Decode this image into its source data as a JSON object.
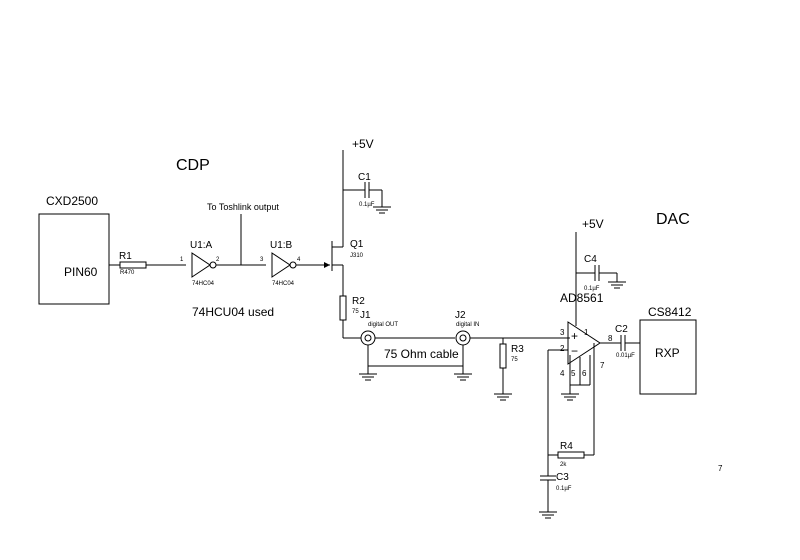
{
  "labels": {
    "cdp": "CDP",
    "dac": "DAC",
    "cxd2500": "CXD2500",
    "pin60": "PIN60",
    "toshlink": "To Toshlink output",
    "hcu_used": "74HCU04 used",
    "vcc_top": "+5V",
    "vcc_amp": "+5V",
    "ad8561": "AD8561",
    "cs8412": "CS8412",
    "rxp": "RXP",
    "cable": "75 Ohm cable",
    "page_number": "7"
  },
  "components": {
    "r1": {
      "ref": "R1",
      "value": "R470"
    },
    "u1a": {
      "ref": "U1:A",
      "value": "74HC04",
      "pin_in": "1",
      "pin_out": "2"
    },
    "u1b": {
      "ref": "U1:B",
      "value": "74HC04",
      "pin_in": "3",
      "pin_out": "4"
    },
    "q1": {
      "ref": "Q1",
      "value": "J310"
    },
    "c1": {
      "ref": "C1",
      "value": "0.1µF"
    },
    "r2": {
      "ref": "R2",
      "value": "75"
    },
    "j1": {
      "ref": "J1",
      "value": "digital OUT"
    },
    "j2": {
      "ref": "J2",
      "value": "digital IN"
    },
    "r3": {
      "ref": "R3",
      "value": "75"
    },
    "c4": {
      "ref": "C4",
      "value": "0.1µF"
    },
    "c2": {
      "ref": "C2",
      "value": "0.01µF"
    },
    "r4": {
      "ref": "R4",
      "value": "2k"
    },
    "c3": {
      "ref": "C3",
      "value": "0.1µF"
    },
    "opamp": {
      "plus": "+",
      "minus": "−",
      "pin3": "3",
      "pin2": "2",
      "pin1": "1",
      "pin4": "4",
      "pin5": "5",
      "pin6": "6",
      "pin7": "7",
      "pin8": "8"
    }
  }
}
